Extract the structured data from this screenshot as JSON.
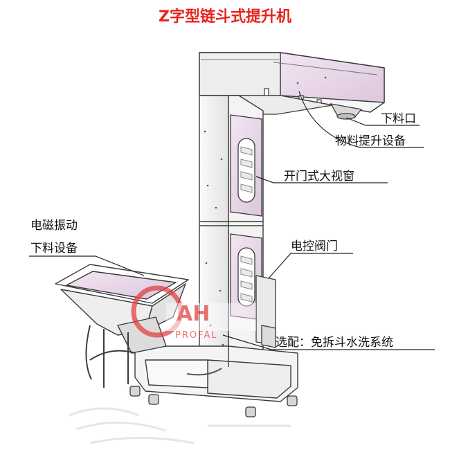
{
  "title": "Z字型链斗式提升机",
  "labels": {
    "discharge": "下料口",
    "lifting": "物料提升设备",
    "window": "开门式大视窗",
    "vibrator_line1": "电磁振动",
    "vibrator_line2": "下料设备",
    "valve": "电控阀门",
    "option": "选配：免拆斗水洗系统"
  },
  "watermark": {
    "mark": "AH",
    "text": "PROFAL"
  },
  "colors": {
    "title": "#e8231d",
    "panel_pink": "#ecdced",
    "panel_light": "#f4f4f4",
    "outline": "#3a3a3a",
    "leader": "#222222",
    "watermark": "#e23c3c"
  }
}
